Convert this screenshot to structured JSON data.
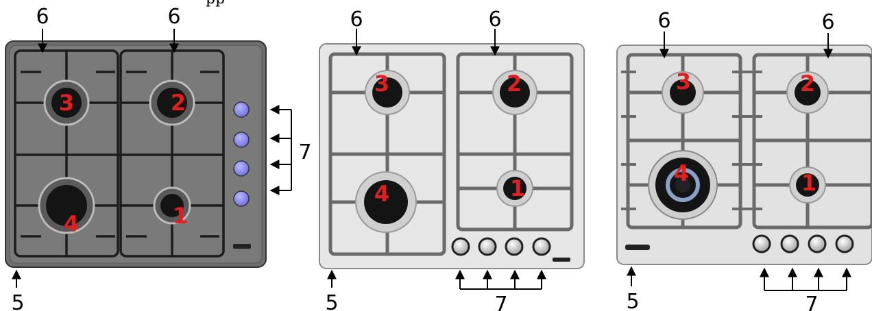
{
  "top_caption": "pp",
  "hobs": [
    {
      "name": "hob-1",
      "burners": [
        "3",
        "2",
        "4",
        "1"
      ],
      "callouts": {
        "bottom_left": "5",
        "top": [
          "6",
          "6"
        ],
        "knobs": "7"
      }
    },
    {
      "name": "hob-2",
      "burners": [
        "3",
        "2",
        "4",
        "1"
      ],
      "callouts": {
        "bottom_left": "5",
        "top": [
          "6",
          "6"
        ],
        "knobs": "7"
      }
    },
    {
      "name": "hob-3",
      "burners": [
        "3",
        "2",
        "4",
        "1"
      ],
      "callouts": {
        "bottom_left": "5",
        "top": [
          "6",
          "6"
        ],
        "knobs": "7"
      }
    }
  ],
  "colors": {
    "hob_dark": "#707070",
    "hob_light": "#e4e4e4",
    "burner_number": "#e02020",
    "knob_purple": "#8080e8"
  }
}
